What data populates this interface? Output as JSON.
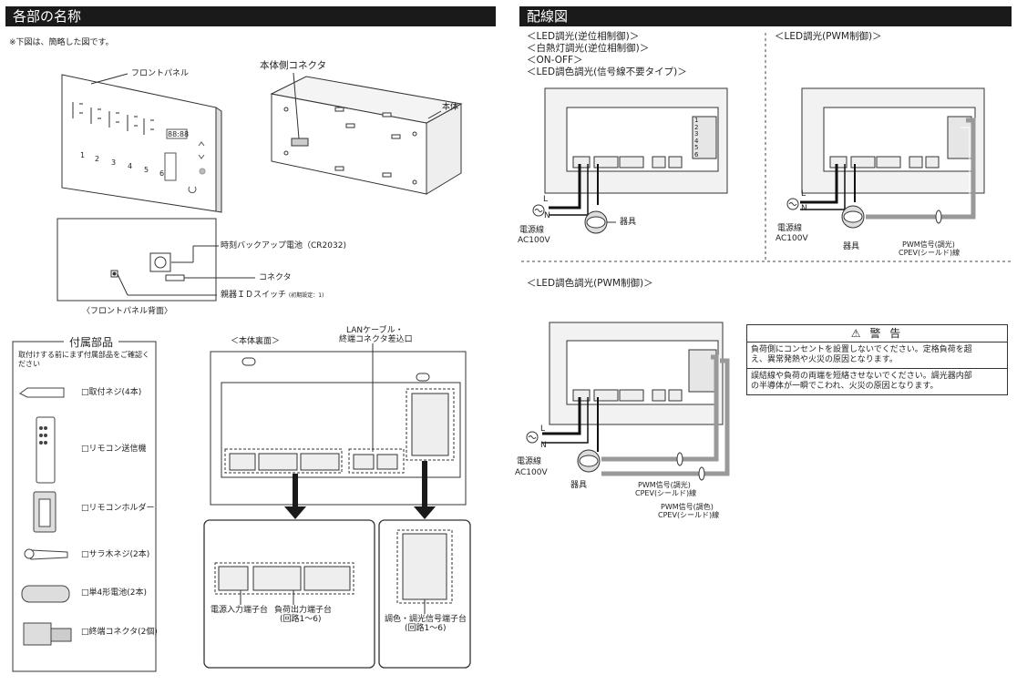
{
  "sections": {
    "parts": "各部の名称",
    "wiring": "配線図"
  },
  "parts": {
    "note": "※下図は、簡略した図です。",
    "front_panel": "フロントパネル",
    "body_connector": "本体側コネクタ",
    "body": "本体",
    "clock_battery": "時刻バックアップ電池（CR2032)",
    "connector": "コネクタ",
    "id_switch": "親器ＩＤスイッチ",
    "id_switch_note": "(初期設定：1)",
    "panel_back": "〈フロントパネル背面〉",
    "body_back": "＜本体裏面＞",
    "lan_label_1": "LANケーブル・",
    "lan_label_2": "終端コネクタ差込口",
    "power_terminal": "電源入力端子台",
    "load_terminal_1": "負荷出力端子台",
    "load_terminal_2": "(回路1～6)",
    "signal_terminal_1": "調色・調光信号端子台",
    "signal_terminal_2": "(回路1～6)",
    "panel_numbers": [
      "1",
      "2",
      "3",
      "4",
      "5",
      "6"
    ],
    "panel_display": "88:88"
  },
  "accessories": {
    "title": "付属部品",
    "note": "取付けする前にまず付属部品をご確認ください",
    "items": [
      {
        "label": "□取付ネジ(4本)"
      },
      {
        "label": "□リモコン送信機"
      },
      {
        "label": "□リモコンホルダー"
      },
      {
        "label": "□サラ木ネジ(2本)"
      },
      {
        "label": "□単4形電池(2本)"
      },
      {
        "label": "□終端コネクタ(2個)"
      }
    ]
  },
  "wiring": {
    "led_modes": [
      "＜LED調光(逆位相制御)＞",
      "＜白熱灯調光(逆位相制御)＞",
      "＜ON-OFF＞",
      "＜LED調色調光(信号線不要タイプ)＞"
    ],
    "pwm_title": "＜LED調光(PWM制御)＞",
    "pwm_color_title": "＜LED調色調光(PWM制御)＞",
    "L": "L",
    "N": "N",
    "power_line": "電源線",
    "ac": "AC100V",
    "fixture": "器具",
    "pwm_dim": "PWM信号(調光)",
    "pwm_dim_wire": "CPEV(シールド)線",
    "pwm_color": "PWM信号(調色)",
    "pwm_color_wire": "CPEV(シールド)線",
    "terminal_numbers": [
      "1",
      "2",
      "3",
      "4",
      "5",
      "6"
    ]
  },
  "warning": {
    "title": "警 告",
    "paragraphs": [
      "負荷側にコンセントを設置しないでください。定格負荷を超\nえ、異常発熱や火災の原因となります。",
      "誤結線や負荷の両端を短絡させないでください。調光器内部\nの半導体が一瞬でこわれ、火災の原因となります。"
    ]
  },
  "colors": {
    "header_bg": "#1a1a1a",
    "line": "#333333",
    "cable": "#9a9a9a"
  }
}
